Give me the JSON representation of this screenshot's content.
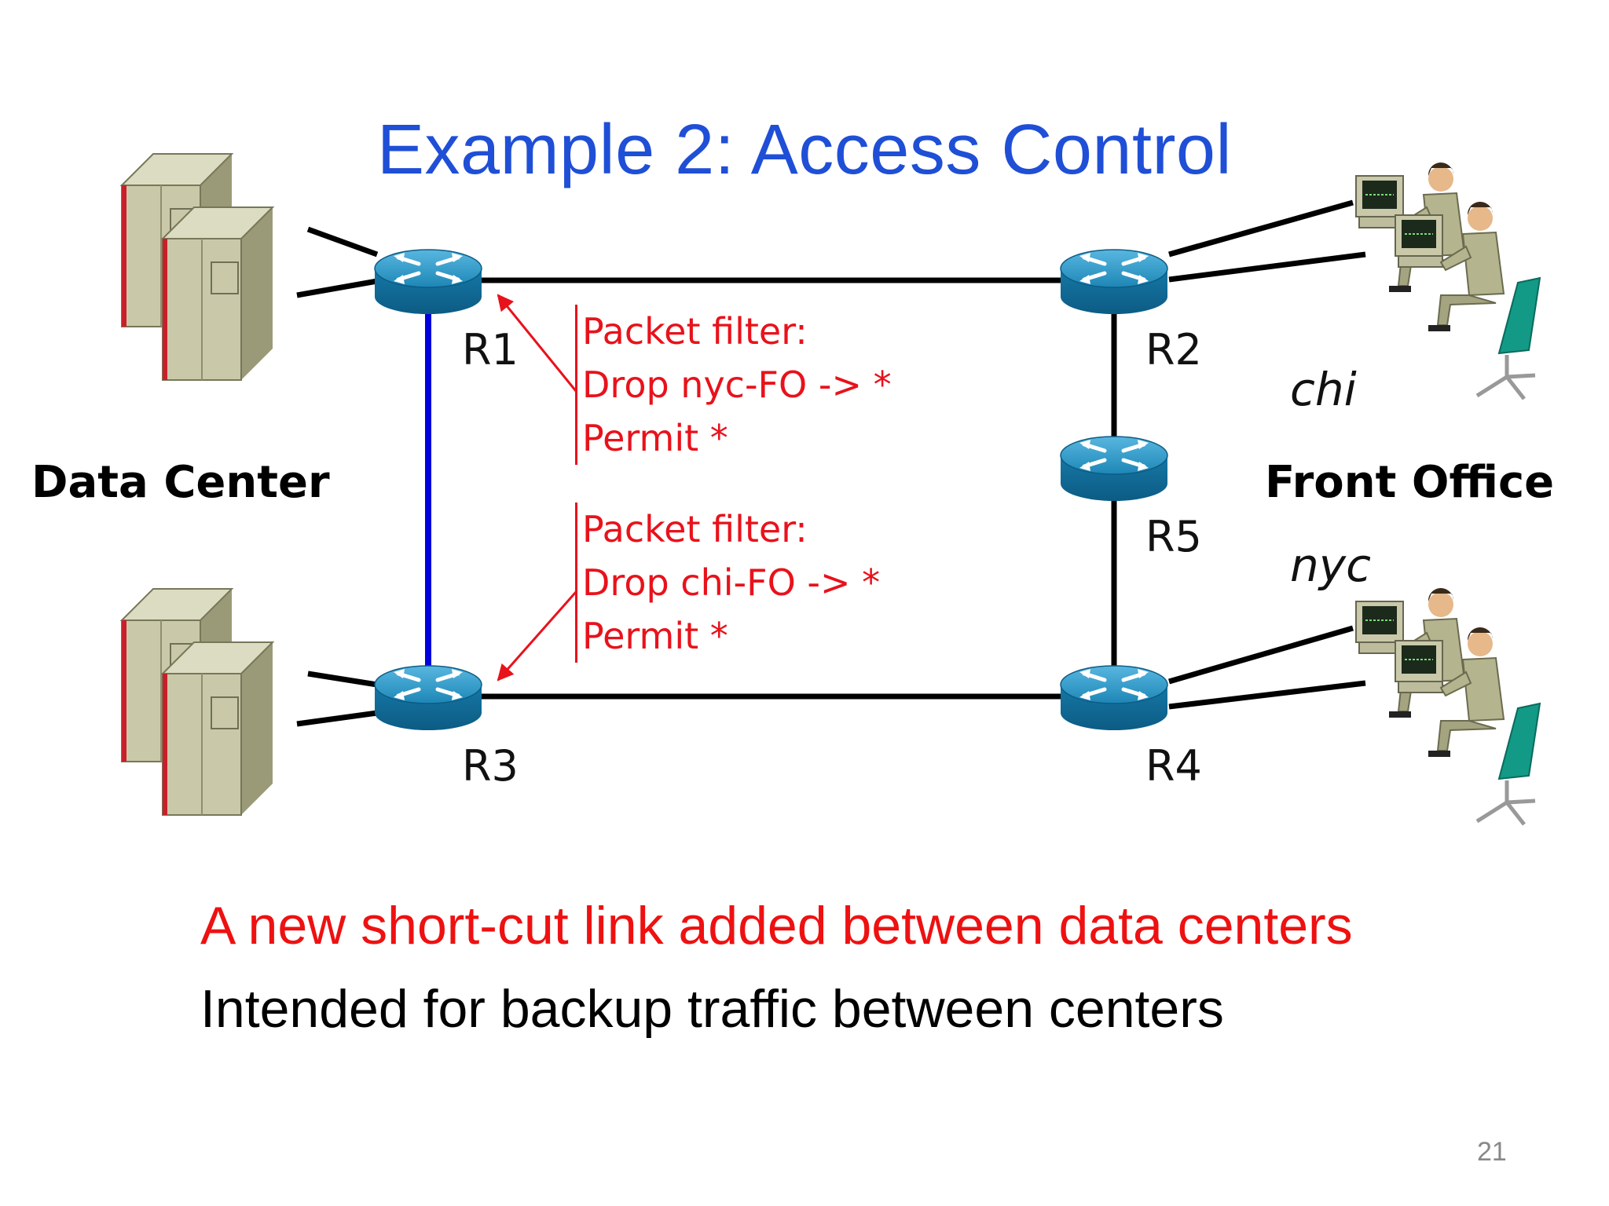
{
  "slide": {
    "title": "Example 2: Access Control",
    "page_number": "21"
  },
  "routers": {
    "r1": "R1",
    "r2": "R2",
    "r3": "R3",
    "r4": "R4",
    "r5": "R5"
  },
  "sites": {
    "data_center": "Data Center",
    "front_office": "Front Office",
    "chi": "chi",
    "nyc": "nyc"
  },
  "filters": {
    "r1": {
      "heading": "Packet filter:",
      "drop": "Drop nyc-FO -> *",
      "permit": "Permit *"
    },
    "r3": {
      "heading": "Packet filter:",
      "drop": "Drop chi-FO -> *",
      "permit": "Permit *"
    }
  },
  "notes": {
    "highlight": "A new short-cut link added between data centers",
    "detail": "Intended for backup traffic between centers"
  },
  "colors": {
    "title": "#1f4fd6",
    "filter_text": "#e8121b",
    "shortcut_link": "#0000dd",
    "link": "#000000",
    "router": "#1b7fb0"
  }
}
